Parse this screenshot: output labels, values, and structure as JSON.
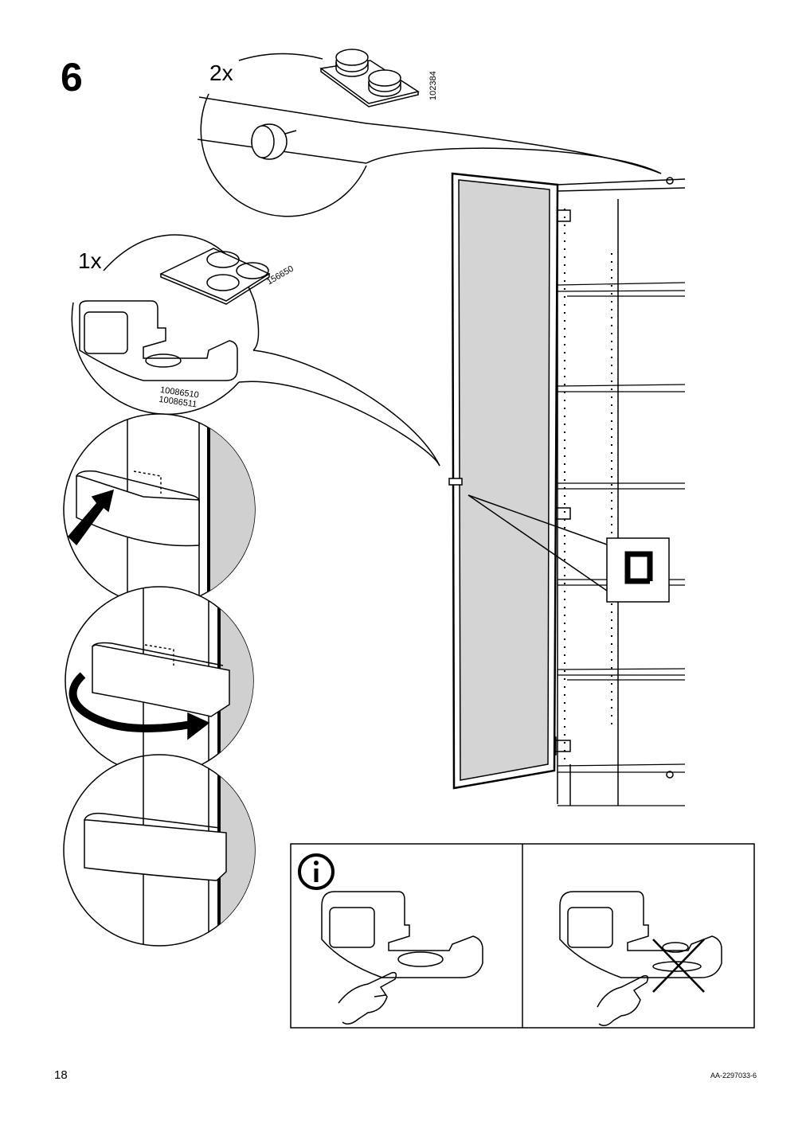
{
  "step": {
    "number": "6"
  },
  "parts": {
    "bumpers": {
      "quantity": "2x",
      "part_number": "102384"
    },
    "pads": {
      "quantity": "1x",
      "part_number": "156650"
    },
    "handle": {
      "part_numbers": [
        "10086510",
        "10086511"
      ]
    }
  },
  "info_panel": {
    "icon": "info-icon",
    "correct": "finger-press-pad",
    "incorrect": "cross-mark-icon"
  },
  "footer": {
    "page_number": "18",
    "document_code": "AA-2297033-6"
  }
}
